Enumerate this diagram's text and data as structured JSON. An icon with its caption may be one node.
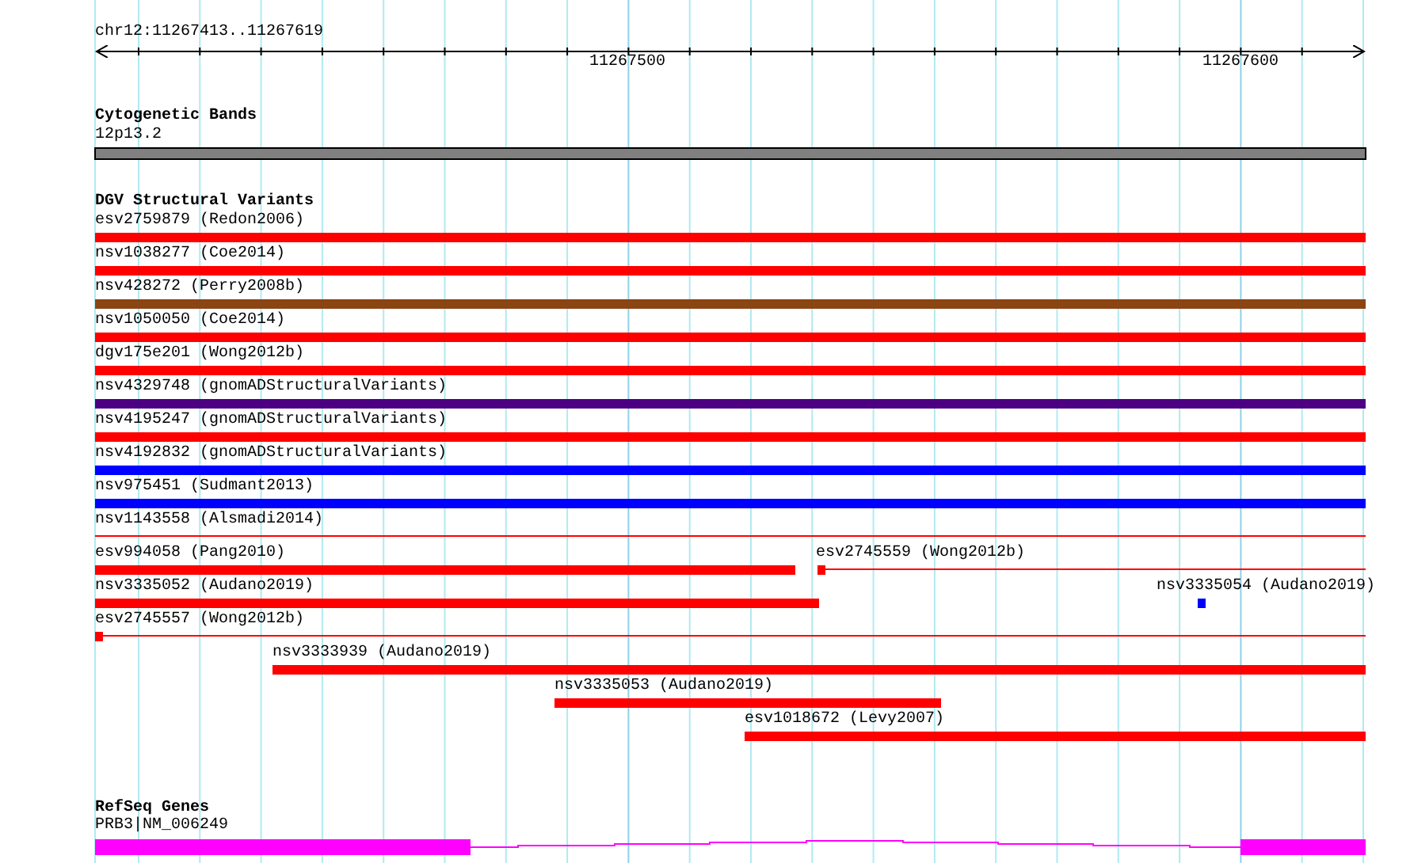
{
  "diagram": {
    "labels": [
      "chr12:11267413..11267619",
      "11267500",
      "11267600",
      "Cytogenetic Bands",
      "12p13.2",
      "DGV Structural Variants",
      "esv2759879 (Redon2006)",
      "nsv1038277 (Coe2014)",
      "nsv428272 (Perry2008b)",
      "nsv1050050 (Coe2014)",
      "dgv175e201 (Wong2012b)",
      "nsv4329748 (gnomADStructuralVariants)",
      "nsv4195247 (gnomADStructuralVariants)",
      "nsv4192832 (gnomADStructuralVariants)",
      "nsv975451 (Sudmant2013)",
      "nsv1143558 (Alsmadi2014)",
      "esv994058 (Pang2010)",
      "esv2745559 (Wong2012b)",
      "nsv3335052 (Audano2019)",
      "nsv3335054 (Audano2019)",
      "esv2745557 (Wong2012b)",
      "nsv3333939 (Audano2019)",
      "nsv3335053 (Audano2019)",
      "esv1018672 (Levy2007)",
      "RefSeq Genes",
      "PRB3|NM_006249"
    ]
  }
}
